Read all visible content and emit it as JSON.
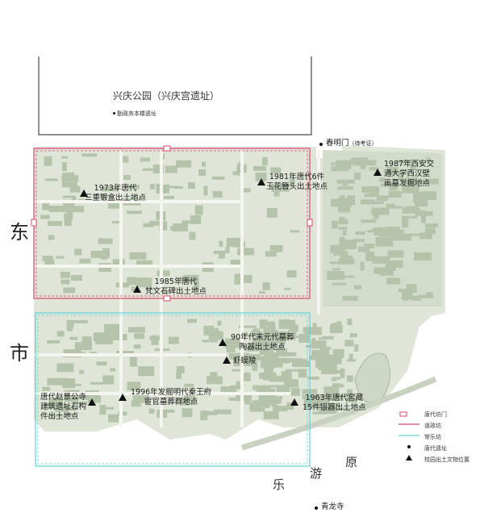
{
  "park": {
    "title": "兴庆公园（兴庆宫遗址）",
    "building": "勤政务本楼遗址"
  },
  "district": {
    "char1": "东",
    "char2": "市"
  },
  "gates": {
    "chunming": {
      "name": "春明门",
      "note": "（待考证）"
    },
    "qinglong": {
      "name": "青龙寺"
    }
  },
  "plateau": {
    "chars": [
      "乐",
      "游",
      "原"
    ]
  },
  "sites": [
    {
      "lines": [
        "1973年唐代",
        "三重银盒出土地点"
      ]
    },
    {
      "lines": [
        "1981年唐代6件",
        "玉花簪头出土地点"
      ]
    },
    {
      "lines": [
        "1987年西安交",
        "通大学西汉壁",
        "画墓发掘地点"
      ]
    },
    {
      "lines": [
        "1985年唐代",
        "梵文石碑出土地点"
      ]
    },
    {
      "lines": [
        "90年代末元代墓葬",
        "陶器出土地点"
      ]
    },
    {
      "lines": [
        "虾蟆陵"
      ]
    },
    {
      "lines": [
        "1996年发掘明代秦王府",
        "宦官墓葬群地点"
      ]
    },
    {
      "lines": [
        "唐代赵景公寺",
        "建筑遗址石构",
        "件出土地点"
      ]
    },
    {
      "lines": [
        "1963年唐代窖藏",
        "15件银器出土地点"
      ]
    }
  ],
  "legend": [
    {
      "label": "唐代坊门",
      "symbol": "gate",
      "color": "#d9476a"
    },
    {
      "label": "道政坊",
      "symbol": "line",
      "color": "#d9476a"
    },
    {
      "label": "常乐坊",
      "symbol": "line",
      "color": "#5fd3dc"
    },
    {
      "label": "唐代遗址",
      "symbol": "dot",
      "color": "#111111"
    },
    {
      "label": "校园出土文物位置",
      "symbol": "triangle",
      "color": "#111111"
    }
  ],
  "colors": {
    "daozheng": "#d9476a",
    "changle": "#5fd3dc",
    "blocks": "#b9c6ae",
    "background": "#dfe6d8"
  }
}
